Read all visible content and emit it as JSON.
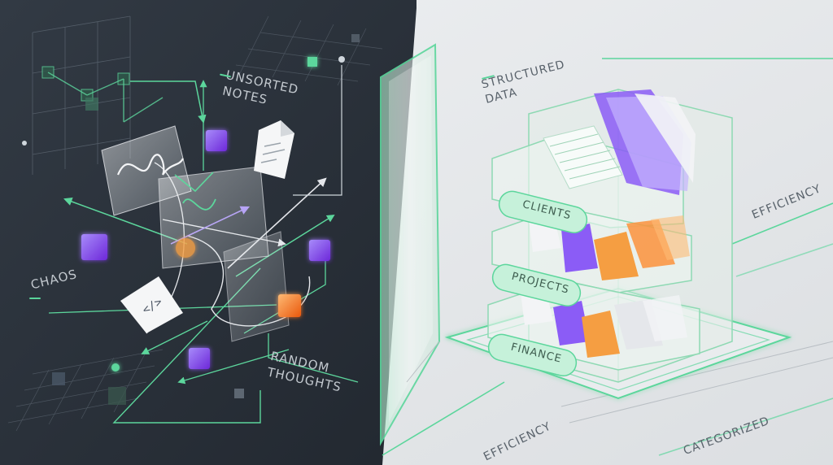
{
  "left_panel": {
    "labels": {
      "unsorted": [
        "UNSORTED",
        "NOTES"
      ],
      "chaos": "CHAOS",
      "random": [
        "RANDOM",
        "THOUGHTS"
      ]
    }
  },
  "right_panel": {
    "labels": {
      "structured": [
        "STRUCTURED",
        "DATA"
      ],
      "efficiency_right": "EFFICIENCY",
      "efficiency_bottom": "EFFICIENCY",
      "categorized": "CATEGORIZED"
    },
    "drawers": [
      {
        "label": "CLIENTS"
      },
      {
        "label": "PROJECTS"
      },
      {
        "label": "FINANCE"
      }
    ]
  },
  "colors": {
    "dark_bg": "#2b323b",
    "light_bg": "#e7e9eb",
    "accent_green": "#5cd69c",
    "accent_purple": "#8b5cf6",
    "accent_orange": "#f59e42"
  },
  "icons": [
    "signature-note-icon",
    "document-icon",
    "code-file-icon",
    "cube-icon",
    "filing-cabinet-icon"
  ]
}
